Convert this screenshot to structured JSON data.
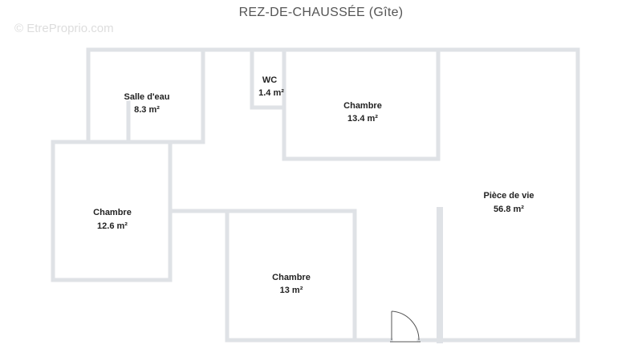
{
  "plan": {
    "title": "REZ-DE-CHAUSSÉE (Gîte)",
    "watermark": "© EtreProprio.com",
    "rooms": [
      {
        "name": "Salle d'eau",
        "area": "8.3 m²"
      },
      {
        "name": "WC",
        "area": "1.4 m²"
      },
      {
        "name": "Chambre",
        "area": "13.4 m²"
      },
      {
        "name": "Chambre",
        "area": "12.6 m²"
      },
      {
        "name": "Pièce de vie",
        "area": "56.8 m²"
      },
      {
        "name": "Chambre",
        "area": "13 m²"
      }
    ]
  },
  "colors": {
    "wall": "#dfe2e6",
    "text": "#222222",
    "title": "#555555"
  }
}
